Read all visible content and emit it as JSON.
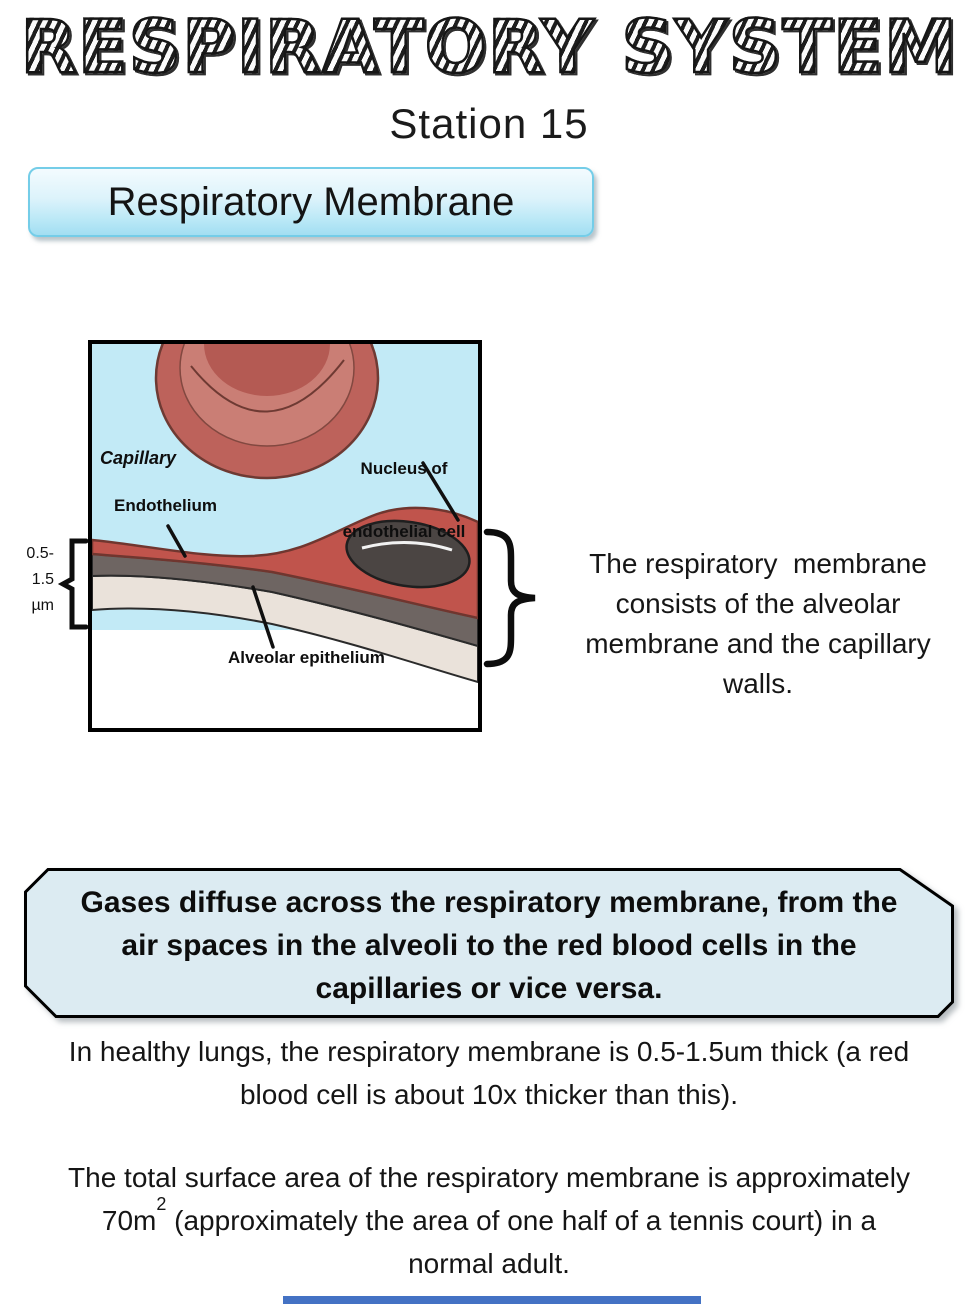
{
  "header": {
    "title": "RESPIRATORY SYSTEM",
    "subtitle": "Station 15"
  },
  "section": {
    "heading": "Respiratory Membrane"
  },
  "diagram": {
    "labels": {
      "capillary": "Capillary",
      "nucleus": [
        "Nucleus of",
        "endothelial cell"
      ],
      "endothelium": "Endothelium",
      "alveolar": "Alveolar epithelium"
    },
    "thickness": [
      "0.5-",
      "1.5",
      "µm"
    ],
    "caption_lines": [
      "The respiratory  membrane",
      "consists of the alveolar",
      "membrane and the capillary",
      "walls."
    ]
  },
  "callout": {
    "lines": [
      "Gases diffuse across the respiratory membrane, from the",
      "air spaces in the alveoli to the red blood cells in the",
      "capillaries or vice versa."
    ]
  },
  "body": {
    "p1_lines": [
      "In healthy lungs, the respiratory membrane is 0.5-1.5um thick (a red",
      "blood cell is about 10x thicker than this)."
    ],
    "p2_line1": "The total surface area of the respiratory membrane is approximately",
    "p2_line2_pre": "70m",
    "p2_sup": "2",
    "p2_line2_post": " (approximately the area of one half of a tennis court) in a",
    "p2_line3": "normal adult."
  },
  "colors": {
    "sky_blue": "#c2eaf6",
    "heading_box_top": "#f3fbfe",
    "heading_box_bottom": "#a2def2",
    "heading_box_border": "#74cde8",
    "callout_fill": "#dcebf2",
    "callout_border": "#000000",
    "cell_red": "#bd625b",
    "membrane_red": "#c0544c",
    "membrane_dark": "#6e6562",
    "membrane_light": "#eae2da",
    "bottom_bar": "#4472c4"
  }
}
